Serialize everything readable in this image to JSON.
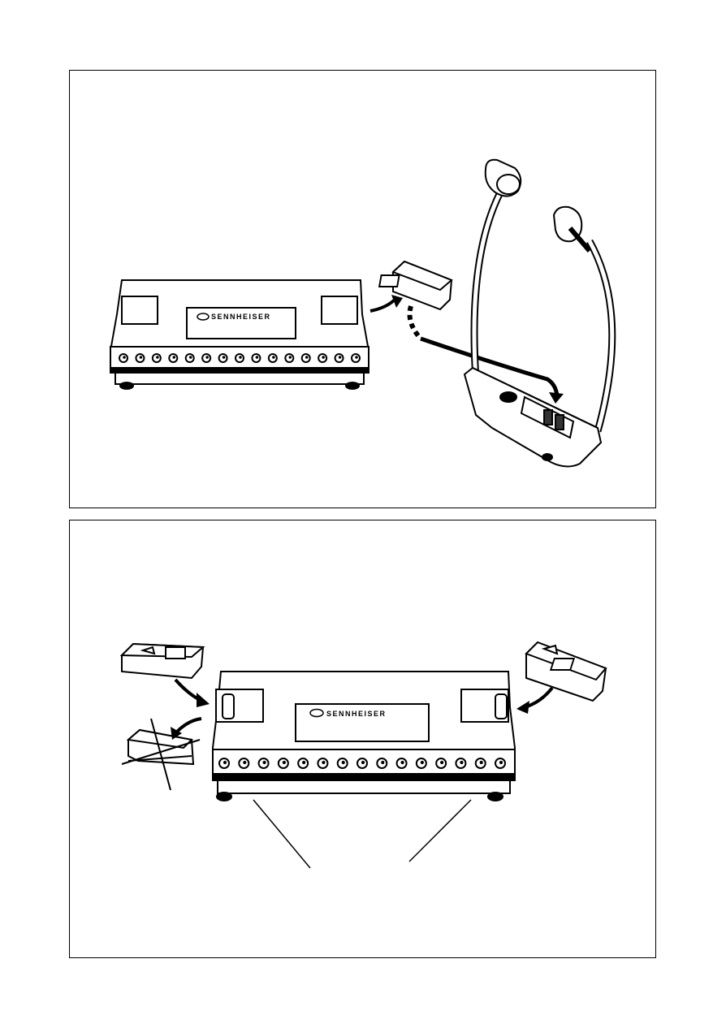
{
  "panels": [
    {
      "id": "top",
      "illustration": "charger-with-accumulator-and-stethoset-receiver",
      "brand_label": "SENNHEISER"
    },
    {
      "id": "bottom",
      "illustration": "charger-accumulator-insertion",
      "brand_label": "SENNHEISER"
    }
  ],
  "icons": {
    "logo": "sennheiser-logo-icon",
    "arrow": "curved-arrow-icon",
    "cross": "do-not-use-cross-icon"
  },
  "colors": {
    "line": "#000000",
    "paper": "#ffffff",
    "shade": "#333333"
  }
}
